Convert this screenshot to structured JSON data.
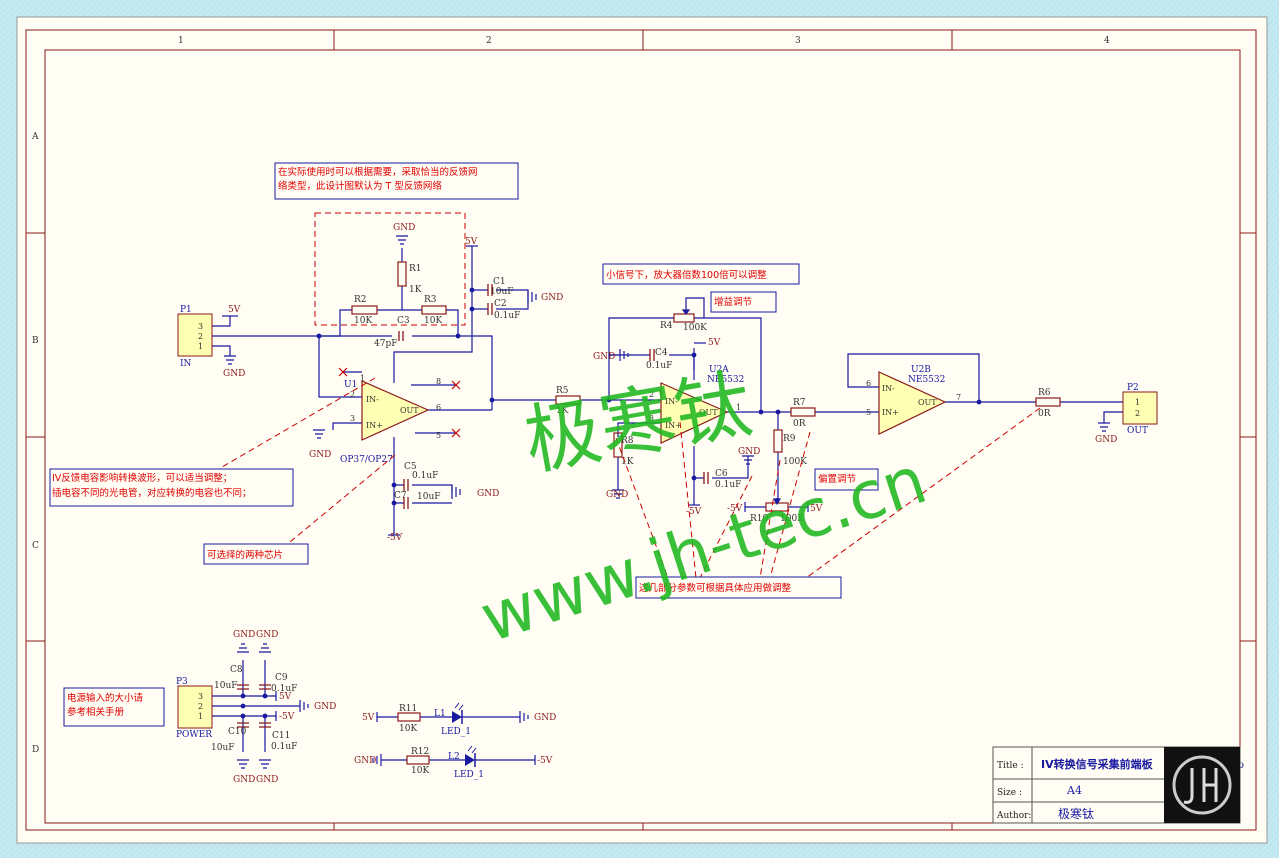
{
  "sheet": {
    "columns": [
      "1",
      "2",
      "3",
      "4"
    ],
    "rows": [
      "A",
      "B",
      "C",
      "D"
    ]
  },
  "notes": {
    "feedback": [
      "在实际使用时可以根据需要，采取恰当的反馈网",
      "络类型，此设计图默认为 T 型反馈网络"
    ],
    "small_signal": "小信号下，放大器倍数100倍可以调整",
    "gain_adjust": "增益调节",
    "offset_adjust": "偏置调节",
    "iv_cap": [
      "IV反馈电容影响转换波形，可以适当调整；",
      "插电容不同的光电管，对应转换的电容也不同；"
    ],
    "chips": "可选择的两种芯片",
    "params": "这几部分参数可根据具体应用做调整",
    "power_note": [
      "电源输入的大小请",
      "参考相关手册"
    ]
  },
  "components": {
    "p1": {
      "ref": "P1",
      "name": "IN",
      "pins": [
        "3",
        "2",
        "1"
      ]
    },
    "p2": {
      "ref": "P2",
      "name": "OUT",
      "pins": [
        "1",
        "2"
      ]
    },
    "p3": {
      "ref": "P3",
      "name": "POWER",
      "pins": [
        "3",
        "2",
        "1"
      ]
    },
    "u1": {
      "ref": "U1",
      "part": "OP37/OP27",
      "in_minus": "IN-",
      "in_plus": "IN+",
      "out": "OUT",
      "pins": [
        "1",
        "2",
        "3",
        "6",
        "8",
        "5"
      ]
    },
    "u2a": {
      "ref": "U2A",
      "part": "NE5532",
      "in_minus": "IN-",
      "in_plus": "IN+",
      "out": "OUT",
      "pins": [
        "2",
        "3",
        "1"
      ]
    },
    "u2b": {
      "ref": "U2B",
      "part": "NE5532",
      "in_minus": "IN-",
      "in_plus": "IN+",
      "out": "OUT",
      "pins": [
        "6",
        "5",
        "7"
      ]
    },
    "r1": {
      "ref": "R1",
      "val": "1K"
    },
    "r2": {
      "ref": "R2",
      "val": "10K"
    },
    "r3": {
      "ref": "R3",
      "val": "10K"
    },
    "r4": {
      "ref": "R4",
      "val": "100K"
    },
    "r5": {
      "ref": "R5",
      "val": "1K"
    },
    "r6": {
      "ref": "R6",
      "val": "0R"
    },
    "r7": {
      "ref": "R7",
      "val": "0R"
    },
    "r8": {
      "ref": "R8",
      "val": "1K"
    },
    "r9": {
      "ref": "R9",
      "val": "100K"
    },
    "r10": {
      "ref": "R10",
      "val": "100K"
    },
    "r11": {
      "ref": "R11",
      "val": "10K"
    },
    "r12": {
      "ref": "R12",
      "val": "10K"
    },
    "c1": {
      "ref": "C1",
      "val": "10uF"
    },
    "c2": {
      "ref": "C2",
      "val": "0.1uF"
    },
    "c3": {
      "ref": "C3",
      "val": "47pF"
    },
    "c4": {
      "ref": "C4",
      "val": "0.1uF"
    },
    "c5": {
      "ref": "C5",
      "val": "0.1uF"
    },
    "c6": {
      "ref": "C6",
      "val": "0.1uF"
    },
    "c7": {
      "ref": "C7",
      "val": "10uF"
    },
    "c8": {
      "ref": "C8",
      "val": "10uF"
    },
    "c9": {
      "ref": "C9",
      "val": "0.1uF"
    },
    "c10": {
      "ref": "C10",
      "val": "10uF"
    },
    "c11": {
      "ref": "C11",
      "val": "0.1uF"
    },
    "l1": {
      "ref": "L1",
      "part": "LED_1"
    },
    "l2": {
      "ref": "L2",
      "part": "LED_1"
    }
  },
  "nets": {
    "gnd": "GND",
    "vp": "5V",
    "vn": "-5V"
  },
  "title_block": {
    "title_label": "Title :",
    "title_value": "IV转换信号采集前端板",
    "title_tail": "Do",
    "size_label": "Size :",
    "size_value": "A4",
    "author_label": "Author:",
    "author_value": "极寒钛"
  },
  "watermark": {
    "cn": "极寒钛",
    "url": "www.jh-tec.cn"
  },
  "colors": {
    "wire": "#1a1aa0",
    "part": "#8b1a1a",
    "part_fill": "#ffffb4",
    "note": "#e00000",
    "watermark": "#1fb81f",
    "paper": "#fffdf4"
  }
}
